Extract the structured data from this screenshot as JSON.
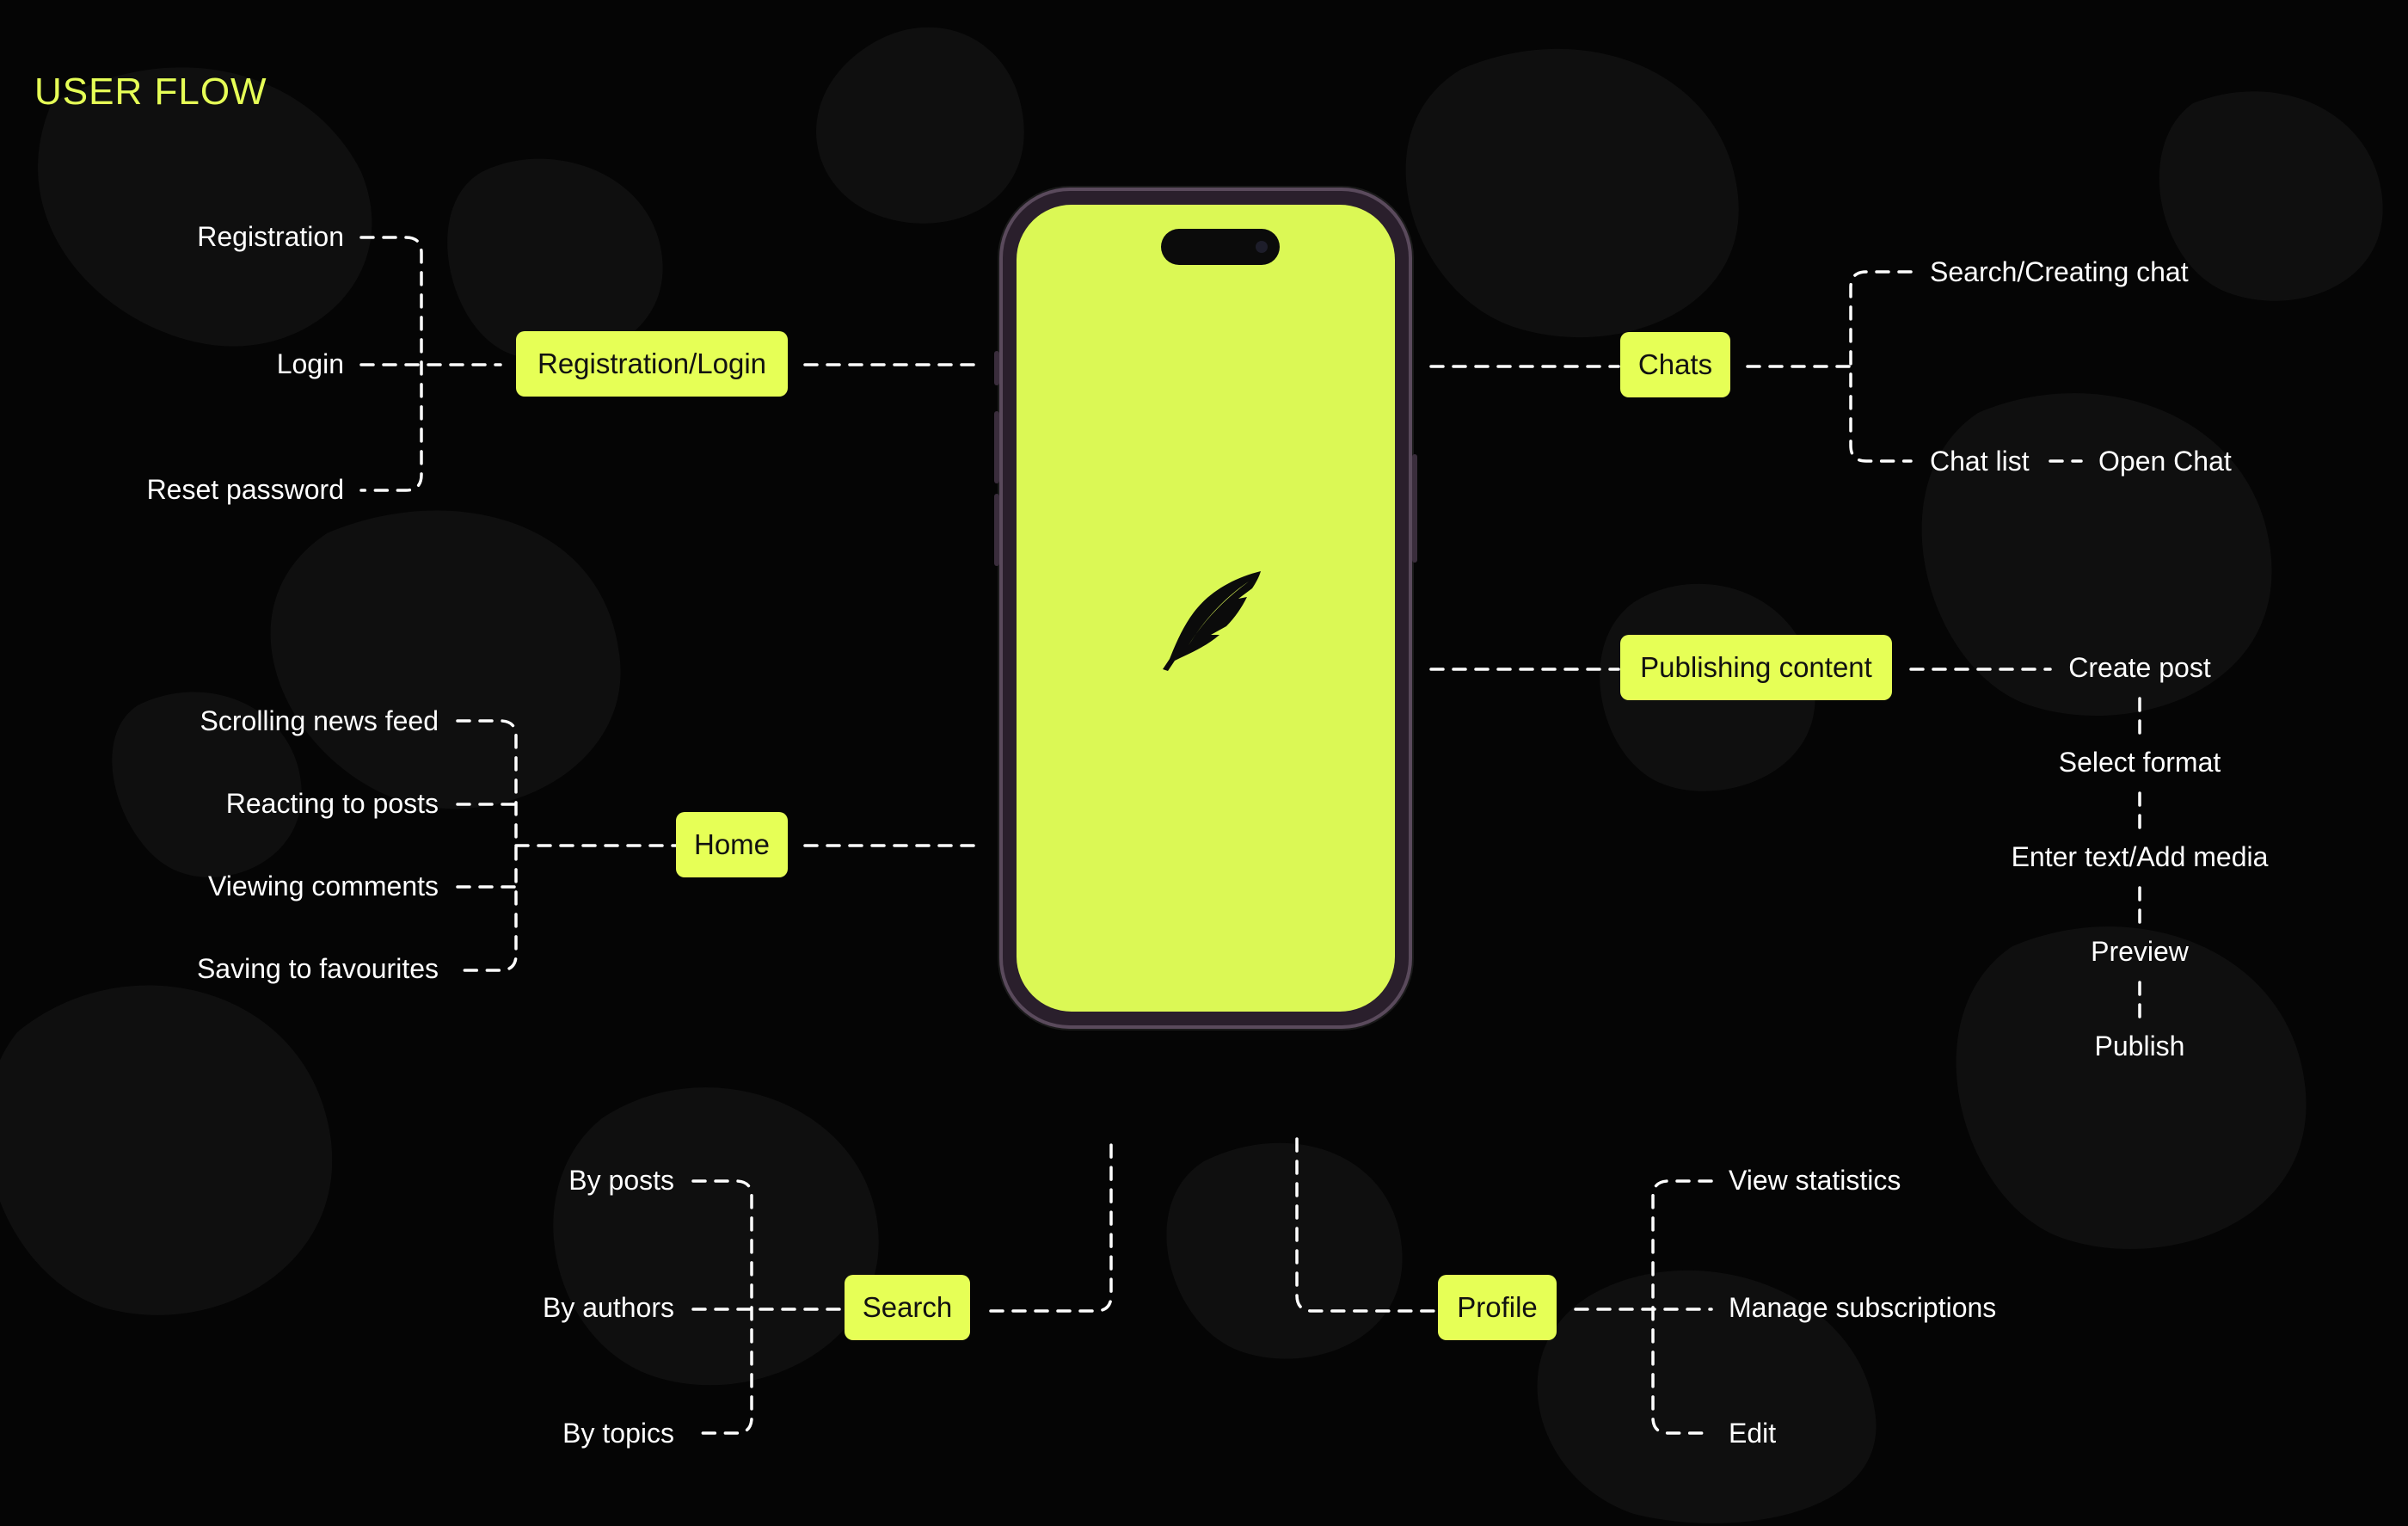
{
  "title": "USER FLOW",
  "colors": {
    "background": "#050505",
    "accent": "#e6ff56",
    "screen": "#dbf855",
    "text": "#ffffff",
    "node_text": "#111111",
    "line": "#ffffff"
  },
  "phone": {
    "logo_icon": "quill-feather-icon"
  },
  "nodes": {
    "registration_login": "Registration/Login",
    "home": "Home",
    "search": "Search",
    "chats": "Chats",
    "publishing": "Publishing content",
    "profile": "Profile"
  },
  "registration_items": [
    "Registration",
    "Login",
    "Reset password"
  ],
  "home_items": [
    "Scrolling news feed",
    "Reacting to posts",
    "Viewing comments",
    "Saving to favourites"
  ],
  "search_items": [
    "By posts",
    "By authors",
    "By topics"
  ],
  "chats_items": [
    "Search/Creating chat",
    "Chat list",
    "Open Chat"
  ],
  "publishing_items": [
    "Create post",
    "Select format",
    "Enter text/Add media",
    "Preview",
    "Publish"
  ],
  "profile_items": [
    "View statistics",
    "Manage subscriptions",
    "Edit"
  ]
}
